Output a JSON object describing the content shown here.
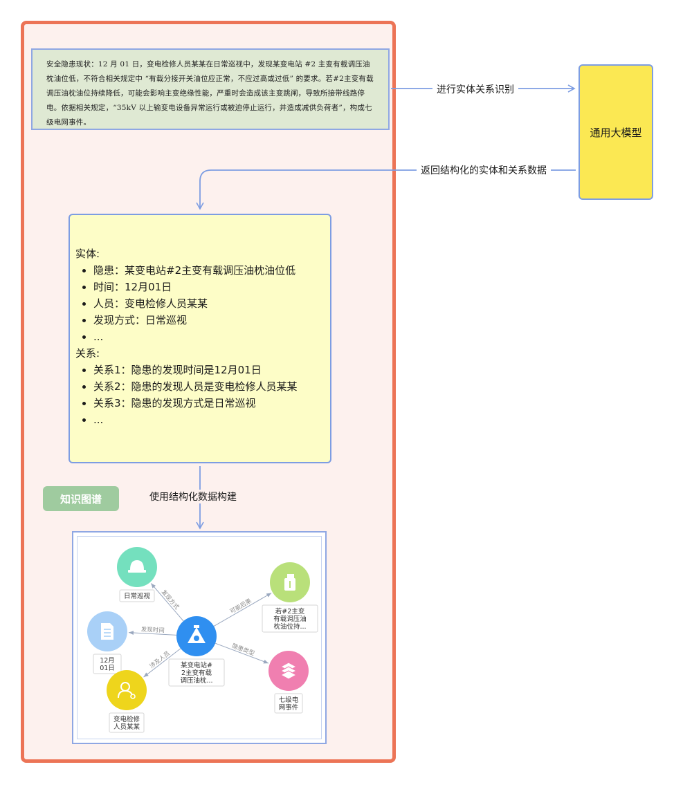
{
  "source_text": "安全隐患现状：12 月 01 日，变电检修人员某某在日常巡视中，发现某变电站 #2 主变有载调压油枕油位低，不符合相关规定中 “有载分接开关油位应正常，不应过高或过低” 的要求。若#2主变有载调压油枕油位持续降低，可能会影响主变绝缘性能，严重时会造成该主变跳闸，导致所接带线路停电。依据相关规定，“35kV 以上输变电设备异常运行或被迫停止运行，并造成减供负荷者”，构成七级电网事件。",
  "model_label": "通用大模型",
  "arrow_labels": {
    "recognize": "进行实体关系识别",
    "return": "返回结构化的实体和关系数据",
    "build": "使用结构化数据构建"
  },
  "extraction": {
    "entities_title": "实体:",
    "entities": [
      "隐患：某变电站#2主变有载调压油枕油位低",
      "时间：12月01日",
      "人员：变电检修人员某某",
      "发现方式：日常巡视",
      "..."
    ],
    "relations_title": "关系:",
    "relations": [
      "关系1：隐患的发现时间是12月01日",
      "关系2：隐患的发现人员是变电检修人员某某",
      "关系3：隐患的发现方式是日常巡视",
      "..."
    ]
  },
  "kg_tag": "知识图谱",
  "graph": {
    "center": {
      "label": "某变电站#2主变有载调压油枕...",
      "color": "#2f8ff0",
      "icon": "hazard-icon"
    },
    "nodes": [
      {
        "id": "patrol",
        "label": "日常巡视",
        "color": "#74e0be",
        "icon": "helmet-icon",
        "edge": "发现方式"
      },
      {
        "id": "date",
        "label": "12月01日",
        "color": "#a9d0f7",
        "icon": "document-icon",
        "edge": "发现时间"
      },
      {
        "id": "person",
        "label": "变电检修人员某某",
        "color": "#eed51c",
        "icon": "user-icon",
        "edge": "涉及人员"
      },
      {
        "id": "consequence",
        "label": "若#2主变有载调压油枕油位持...",
        "color": "#b9e07a",
        "icon": "bottle-icon",
        "edge": "可能后果"
      },
      {
        "id": "event",
        "label": "七级电网事件",
        "color": "#f07fb0",
        "icon": "layers-icon",
        "edge": "隐患类型"
      }
    ]
  },
  "colors": {
    "frame": "#ec7456",
    "arrow": "#7d9de2",
    "link": "#9aa8bf"
  }
}
